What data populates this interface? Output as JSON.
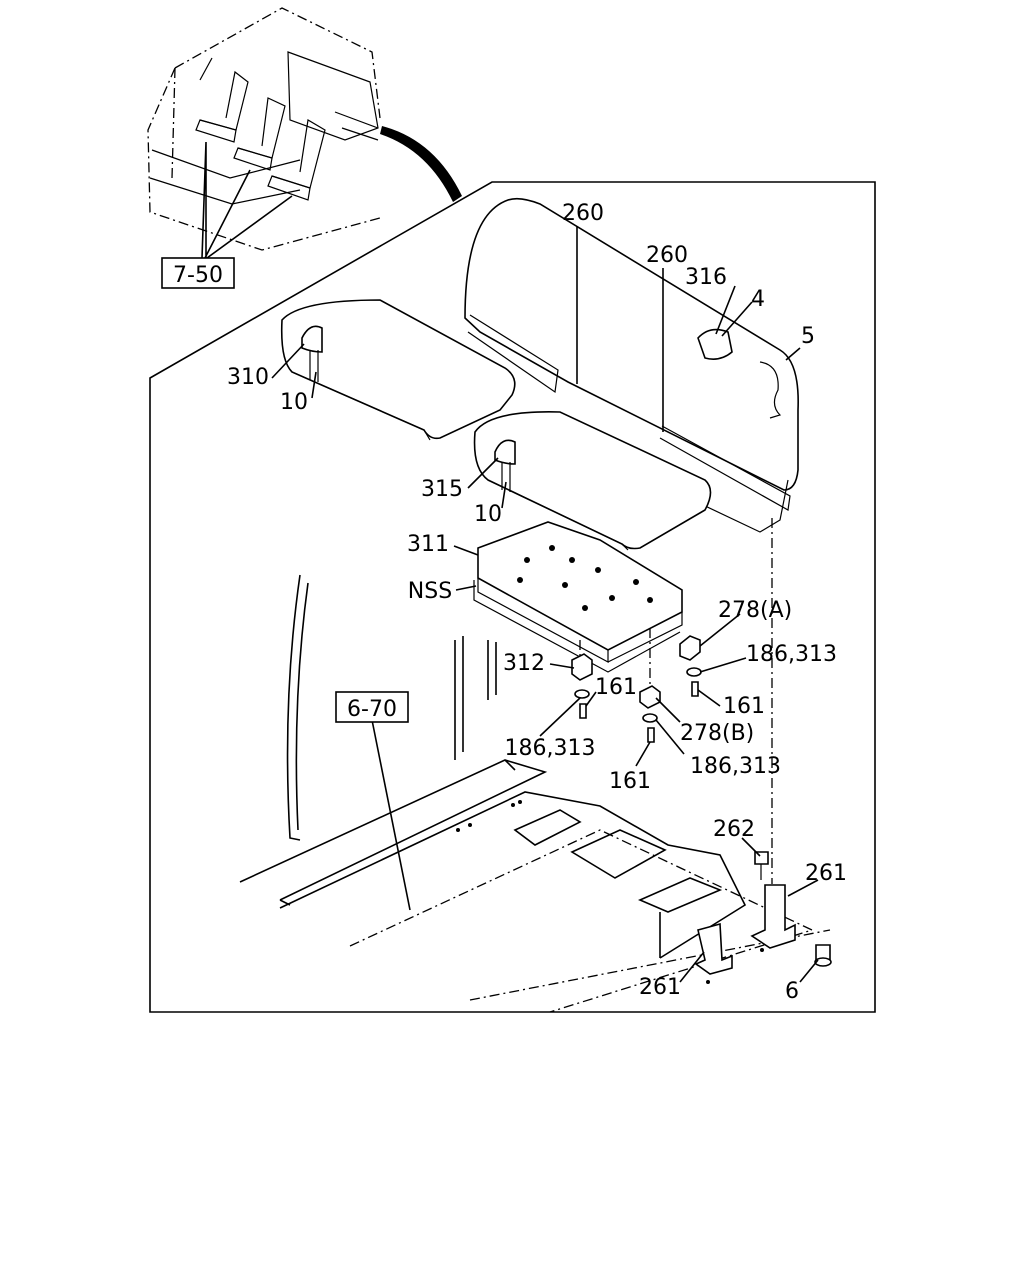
{
  "diagram": {
    "ref_boxes": [
      {
        "id": "ref-7-50",
        "text": "7-50"
      },
      {
        "id": "ref-6-70",
        "text": "6-70"
      }
    ],
    "callouts": [
      {
        "id": "c260a",
        "text": "260"
      },
      {
        "id": "c260b",
        "text": "260"
      },
      {
        "id": "c316",
        "text": "316"
      },
      {
        "id": "c4",
        "text": "4"
      },
      {
        "id": "c5",
        "text": "5"
      },
      {
        "id": "c310",
        "text": "310"
      },
      {
        "id": "c10a",
        "text": "10"
      },
      {
        "id": "c315",
        "text": "315"
      },
      {
        "id": "c10b",
        "text": "10"
      },
      {
        "id": "c311",
        "text": "311"
      },
      {
        "id": "cNSS",
        "text": "NSS"
      },
      {
        "id": "c278A",
        "text": "278(A)"
      },
      {
        "id": "c186a",
        "text": "186,313"
      },
      {
        "id": "c312",
        "text": "312"
      },
      {
        "id": "c161a",
        "text": "161"
      },
      {
        "id": "c161b",
        "text": "161"
      },
      {
        "id": "c186b",
        "text": "186,313"
      },
      {
        "id": "c278B",
        "text": "278(B)"
      },
      {
        "id": "c186c",
        "text": "186,313"
      },
      {
        "id": "c161c",
        "text": "161"
      },
      {
        "id": "c262",
        "text": "262"
      },
      {
        "id": "c261a",
        "text": "261"
      },
      {
        "id": "c261b",
        "text": "261"
      },
      {
        "id": "c6",
        "text": "6"
      }
    ]
  }
}
